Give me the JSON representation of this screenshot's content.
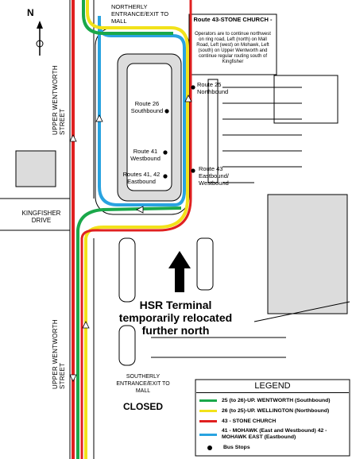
{
  "north_label": "N",
  "streets": {
    "upper_wentworth_north": "UPPER WENTWORTH STREET",
    "upper_wentworth_south": "UPPER WENTWORTH STREET",
    "kingfisher": "KINGFISHER DRIVE"
  },
  "entrances": {
    "northerly": "NORTHERLY ENTRANCE/EXIT TO MALL",
    "southerly": "SOUTHERLY ENTRANCE/EXIT TO MALL",
    "closed": "CLOSED"
  },
  "callout": {
    "title": "Route 43-STONE CHURCH -",
    "body": "Operators are to continue northwest on ring road, Left (north) on Mall Road, Left (west) on Mohawk, Left (south) on Upper Wentworth and continue regular routing south of Kingfisher"
  },
  "stops": {
    "route26": "Route 26 Southbound",
    "route41": "Route 41 Westbound",
    "route4142": "Routes 41, 42 Eastbound",
    "route25": "Route 25 Northbound",
    "route43": "Route 43 Eastbound/ Westbound"
  },
  "terminal_notice": "HSR Terminal temporarily relocated further north",
  "legend": {
    "title": "LEGEND",
    "items": [
      {
        "color": "#1aa84a",
        "label": "25 (to 26)-UP. WENTWORTH (Southbound)"
      },
      {
        "color": "#f2e21a",
        "label": "26 (to 25)-UP. WELLINGTON (Northbound)"
      },
      {
        "color": "#e02020",
        "label": "43 - STONE CHURCH"
      },
      {
        "color": "#29a3e0",
        "label": "41 - MOHAWK (East and Westbound) 42 - MOHAWK EAST (Eastbound)"
      }
    ],
    "stops_label": "Bus Stops"
  }
}
